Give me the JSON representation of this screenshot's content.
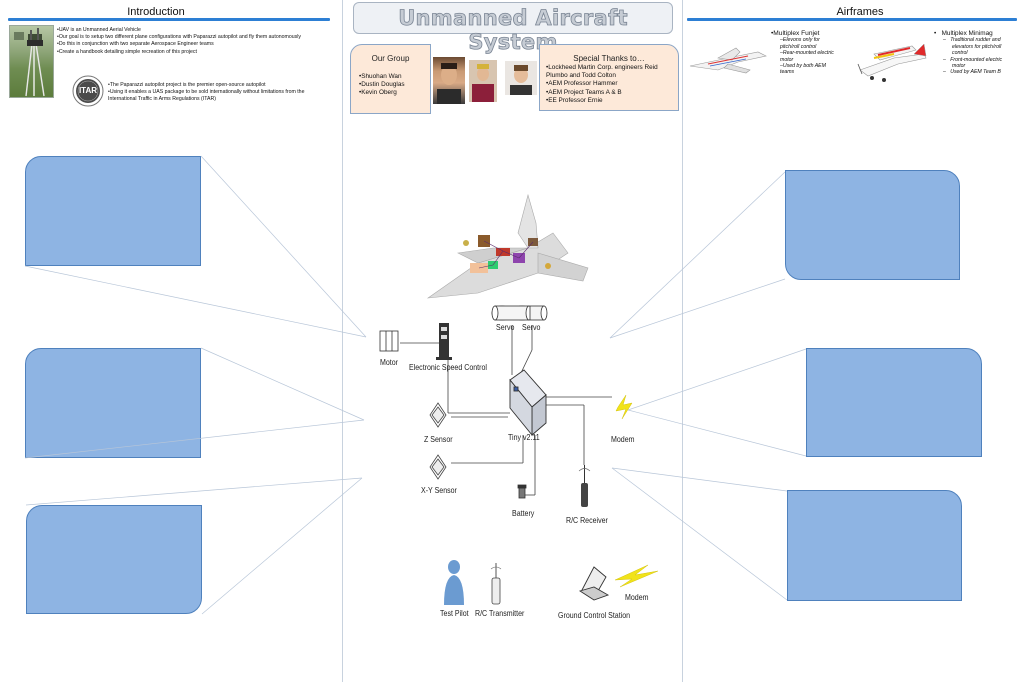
{
  "intro": {
    "title": "Introduction",
    "bullets": [
      "•UAV is an Unmanned Aerial Vehicle",
      "•Our goal is to setup two different plane configurations with Paparazzi autopilot and fly them autonomously",
      "•Do this in conjunction with two separate Aerospace Engineer teams",
      "•Create a handbook detailing simple recreation of this project"
    ],
    "itar_logo_text": "ITAR",
    "itar_bullets": [
      "•The Paparazzi autopilot project is the premier open-source autopilot",
      "•Using it enables a UAS package to be sold internationally without limitations from the",
      "International Traffic in Arms Regulations (ITAR)"
    ]
  },
  "center": {
    "title": "Unmanned Aircraft System",
    "group": {
      "title": "Our Group",
      "members": [
        "•Shuohan Wan",
        "•Dustin Douglas",
        "•Kevin Oberg"
      ]
    },
    "thanks": {
      "title": "Special Thanks to…",
      "items": [
        "•Lockheed Martin Corp. engineers Reid",
        "Plumbo and Todd Colton",
        "•AEM Professor Hammer",
        "•AEM Project Teams A & B",
        "•EE Professor Ernie"
      ]
    },
    "diagram": {
      "servo1": "Servo",
      "servo2": "Servo",
      "motor": "Motor",
      "esc": "Electronic Speed Control",
      "z_sensor": "Z Sensor",
      "xy_sensor": "X-Y Sensor",
      "tiny": "Tiny v2.11",
      "modem": "Modem",
      "battery": "Battery",
      "rc_receiver": "R/C Receiver",
      "test_pilot": "Test Pilot",
      "rc_transmitter": "R/C Transmitter",
      "gcs": "Ground Control Station",
      "gcs_modem": "Modem"
    }
  },
  "airframes": {
    "title": "Airframes",
    "funjet": {
      "name": "•Multiplex Funjet",
      "details": [
        "–Elevons only for",
        "pitch/roll control",
        "–Rear-mounted electric",
        "motor",
        "–Used by both AEM",
        "teams"
      ]
    },
    "minimag": {
      "name": "•   Multiplex Minimag",
      "details": [
        "–   Traditional rudder and",
        "elevators for pitch/roll",
        "control",
        "–   Front-mounted electric",
        "motor",
        "–   Used by AEM Team B"
      ]
    }
  },
  "colors": {
    "accent_rule": "#2d7fd4",
    "callout_fill": "#8eb4e3",
    "callout_border": "#4f81bd",
    "peach_fill": "#fde9d9"
  }
}
